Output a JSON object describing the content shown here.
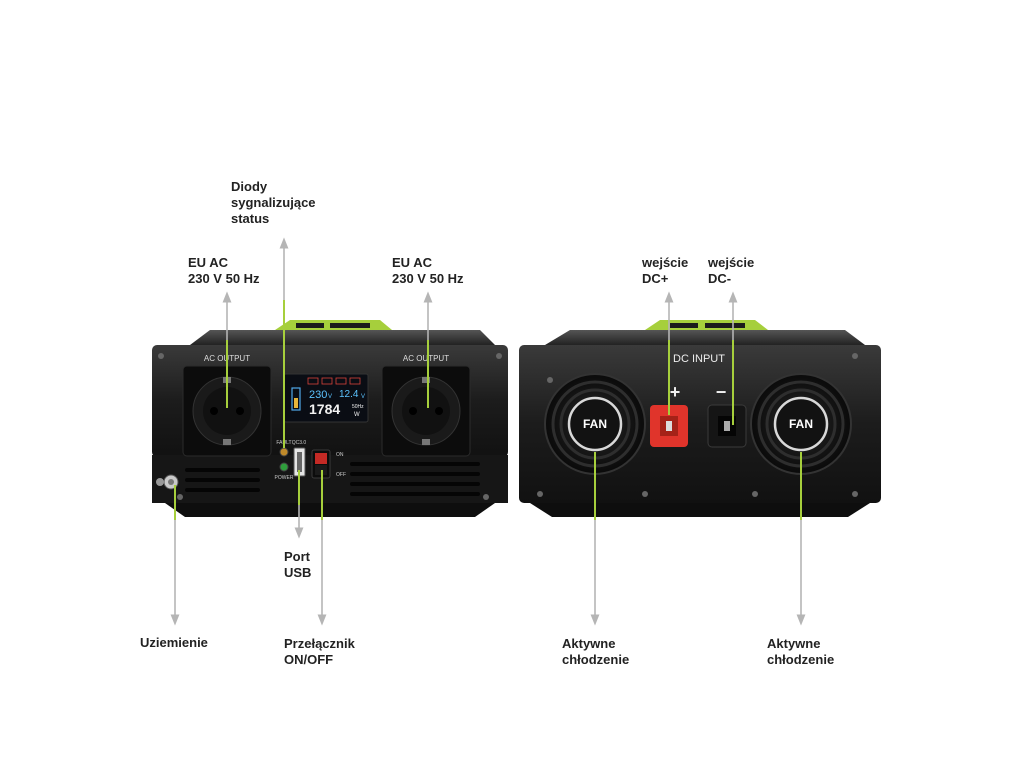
{
  "callouts": {
    "status_leds": "Diody\nsygnalizujące\nstatus",
    "ac_left": "EU AC\n230 V 50 Hz",
    "ac_right": "EU AC\n230 V 50 Hz",
    "dc_plus": "wejście\nDC+",
    "dc_minus": "wejście\nDC-",
    "usb_port": "Port\nUSB",
    "ground": "Uziemienie",
    "switch": "Przełącznik\nON/OFF",
    "cooling_left": "Aktywne\nchłodzenie",
    "cooling_right": "Aktywne\nchłodzenie"
  },
  "front_panel": {
    "ac_output_left": "AC OUTPUT",
    "ac_output_right": "AC OUTPUT",
    "display_input_voltage": "230",
    "display_input_unit": "V",
    "display_battery_voltage": "12.4",
    "display_battery_unit": "V",
    "display_power": "1784",
    "display_power_unit": "W",
    "display_freq": "50Hz",
    "led_fault": "FAULT",
    "usb_label": "QC3.0",
    "led_power": "POWER",
    "switch_on": "ON",
    "switch_off": "OFF"
  },
  "back_panel": {
    "dc_input": "DC INPUT",
    "plus_sign": "+",
    "minus_sign": "−",
    "fan_left": "FAN",
    "fan_right": "FAN"
  },
  "colors": {
    "accent_green": "#a6cf3c",
    "callout_line": "#b5b5b5",
    "terminal_red": "#e0342b",
    "body_black": "#1b1b1b"
  }
}
